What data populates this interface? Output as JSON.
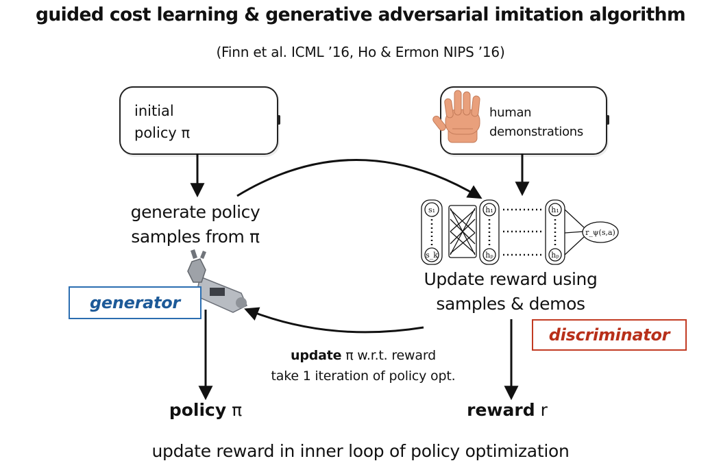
{
  "title": "guided cost learning & generative adversarial imitation algorithm",
  "subtitle": "(Finn et al. ICML ’16, Ho & Ermon NIPS ’16)",
  "initial_box": {
    "line1": "initial",
    "line2": "policy π"
  },
  "demos_box": {
    "line1": "human",
    "line2": "demonstrations"
  },
  "generate": {
    "line1": "generate policy",
    "line2": "samples from π"
  },
  "update_reward": {
    "line1": "Update reward using",
    "line2": "samples & demos"
  },
  "network": {
    "input_top": "s₁",
    "input_bottom": "s_k",
    "hidden_top": "h₁",
    "hidden_bottom": "hₚ",
    "output": "r_ψ(s,a)"
  },
  "tags": {
    "generator": "generator",
    "discriminator": "discriminator"
  },
  "update_pi": {
    "bold": "update",
    "rest": " π w.r.t. reward",
    "line2": "take 1 iteration of policy opt."
  },
  "outputs": {
    "policy_bold": "policy",
    "policy_rest": " π",
    "reward_bold": "reward",
    "reward_rest": " r"
  },
  "footer": "update reward in inner loop of policy optimization",
  "colors": {
    "generator": "#1d5a98",
    "discriminator": "#b8301a",
    "hand": "#e9a07c"
  },
  "icons": [
    "hand-icon",
    "robot-arm-icon",
    "neural-network-icon"
  ]
}
